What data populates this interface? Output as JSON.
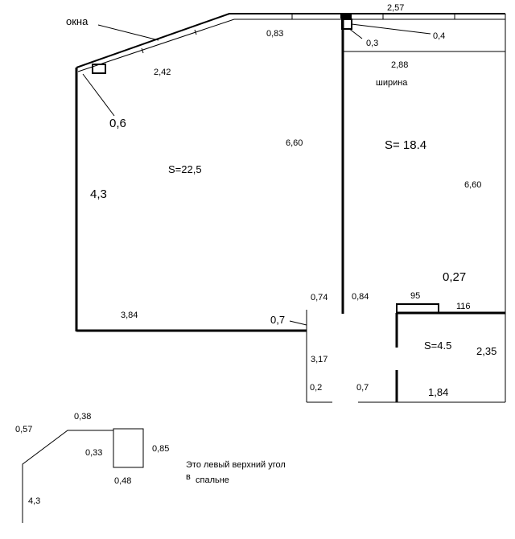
{
  "plan": {
    "windows_label": "окна",
    "width_label": "ширина",
    "dims": {
      "top_right": "2,57",
      "top_0_83": "0,83",
      "top_0_3": "0,3",
      "top_0_4": "0,4",
      "left_2_42": "2,42",
      "right_2_88": "2,88",
      "left_0_6": "0,6",
      "left_6_60": "6,60",
      "right_6_60": "6,60",
      "left_4_3": "4,3",
      "bottom_3_84": "3,84",
      "door_0_7": "0,7",
      "corr_0_74": "0,74",
      "corr_0_84": "0,84",
      "bath_95": "95",
      "bath_0_27": "0,27",
      "bath_116": "116",
      "corr_3_17": "3,17",
      "bath_2_35": "2,35",
      "corr_0_2": "0,2",
      "corr_0_7": "0,7",
      "bath_1_84": "1,84"
    },
    "areas": {
      "left_room": "S=22,5",
      "right_room": "S= 18.4",
      "bathroom": "S=4.5"
    }
  },
  "detail": {
    "dims": {
      "d_0_57": "0,57",
      "d_0_38": "0,38",
      "d_0_33": "0,33",
      "d_0_85": "0,85",
      "d_0_48": "0,48",
      "d_4_3": "4,3"
    },
    "note_line1": "Это левый верхний угол",
    "note_line2": "в",
    "note_line3": "спальне"
  }
}
